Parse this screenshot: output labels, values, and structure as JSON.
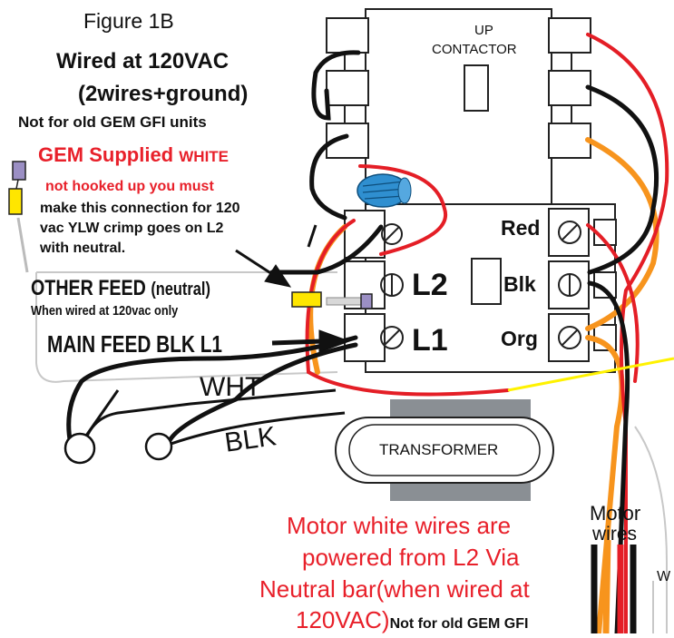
{
  "figure": {
    "title": "Figure 1B",
    "headline1": "Wired at 120VAC",
    "headline2": "(2wires+ground)",
    "warning": "Not for old GEM GFI units",
    "supplied_red": "GEM Supplied",
    "supplied_white": "WHITE",
    "not_hooked": "not hooked up you must",
    "instr1": "make this connection for 120",
    "instr2": "vac YLW crimp goes on L2",
    "instr3": "with neutral.",
    "other_feed": "OTHER FEED",
    "neutral": "(neutral)",
    "when_wired": "When wired at 120vac only",
    "main_feed": "MAIN FEED BLK L1",
    "wht": "WHT",
    "blk": "BLK"
  },
  "contactor": {
    "label1": "UP",
    "label2": "CONTACTOR",
    "terminals": {
      "l2": "L2",
      "l1": "L1",
      "red": "Red",
      "blk": "Blk",
      "org": "Org"
    }
  },
  "transformer": {
    "label": "TRANSFORMER"
  },
  "motor": {
    "label1": "Motor",
    "label2": "wires",
    "partial_w": "W"
  },
  "note": {
    "line1": "Motor white wires are",
    "line2": "powered from L2 Via",
    "line3": "Neutral bar(when wired at",
    "line4_red": "120VAC)",
    "line4_black": "Not for old GEM GFI"
  },
  "colors": {
    "red_text": "#e8202a",
    "wire_red": "#e41e26",
    "wire_orange": "#f7941d",
    "wire_black": "#111111",
    "wire_yellow": "#fff200",
    "crimp_yellow": "#ffe600",
    "crimp_purple": "#9b8fc4",
    "wire_nut_blue": "#2f8fd0",
    "transformer_core": "#8a8f94"
  }
}
